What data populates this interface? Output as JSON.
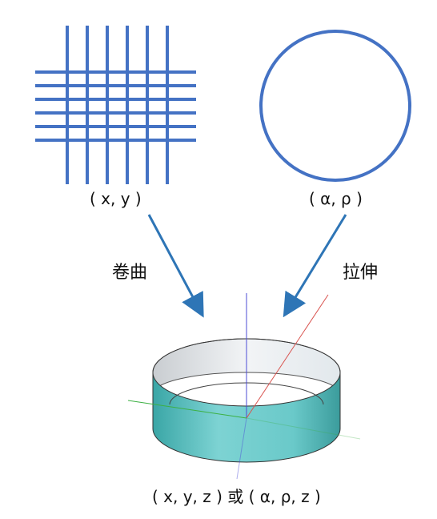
{
  "labels": {
    "grid_coords": "( x, y )",
    "circle_coords": "( α, ρ )",
    "roll_action": "卷曲",
    "stretch_action": "拉伸",
    "result_coords": "( x, y, z ) 或 ( α, ρ, z )"
  },
  "colors": {
    "stroke_blue": "#4472c4",
    "arrow_blue": "#2e75b6",
    "cylinder_teal": "#66c7c7",
    "cylinder_inner": "#e9eef2",
    "axis_x": "#d9534f",
    "axis_y": "#3cb043",
    "axis_z": "#4b4bd6"
  }
}
